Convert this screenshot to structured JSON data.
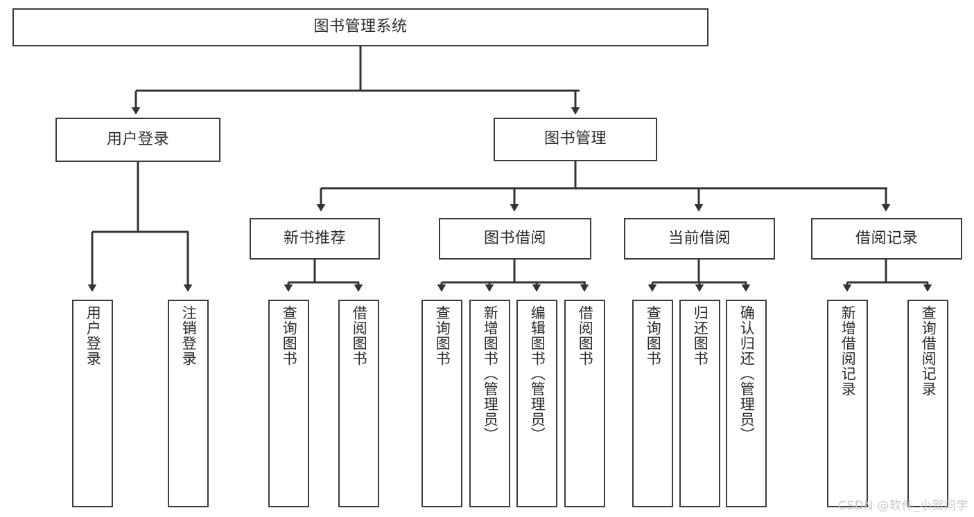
{
  "diagram": {
    "title": "图书管理系统",
    "type": "hierarchy-tree",
    "colors": {
      "background": "#ffffff",
      "box_border": "#3b3b3b",
      "box_fill": "#ffffff",
      "text": "#2b2b2b",
      "connector": "#333333",
      "watermark": "#c9c9c9"
    }
  },
  "root": {
    "label": "图书管理系统"
  },
  "level2": [
    {
      "id": "user-login",
      "label": "用户登录"
    },
    {
      "id": "book-manage",
      "label": "图书管理"
    }
  ],
  "level3": [
    {
      "id": "new-book-recommend",
      "label": "新书推荐",
      "parent": "book-manage"
    },
    {
      "id": "book-borrow",
      "label": "图书借阅",
      "parent": "book-manage"
    },
    {
      "id": "current-borrow",
      "label": "当前借阅",
      "parent": "book-manage"
    },
    {
      "id": "borrow-record",
      "label": "借阅记录",
      "parent": "book-manage"
    }
  ],
  "leaves": {
    "user_login": [
      {
        "id": "leaf-user-login",
        "label": "用户登录"
      },
      {
        "id": "leaf-logout-login",
        "label": "注销登录"
      }
    ],
    "new_book_recommend": [
      {
        "id": "leaf-query-book-1",
        "label": "查询图书"
      },
      {
        "id": "leaf-borrow-book-1",
        "label": "借阅图书"
      }
    ],
    "book_borrow": [
      {
        "id": "leaf-query-book-2",
        "label": "查询图书"
      },
      {
        "id": "leaf-add-book",
        "label": "新增图书（管理员）"
      },
      {
        "id": "leaf-edit-book",
        "label": "编辑图书（管理员）"
      },
      {
        "id": "leaf-borrow-book-2",
        "label": "借阅图书"
      }
    ],
    "current_borrow": [
      {
        "id": "leaf-query-book-3",
        "label": "查询图书"
      },
      {
        "id": "leaf-return-book",
        "label": "归还图书"
      },
      {
        "id": "leaf-confirm-return",
        "label": "确认归还（管理员）"
      }
    ],
    "borrow_record": [
      {
        "id": "leaf-add-record",
        "label": "新增借阅记录"
      },
      {
        "id": "leaf-query-record",
        "label": "查询借阅记录"
      }
    ]
  },
  "watermark": {
    "text": "CSDN @软件_小贺同学"
  }
}
